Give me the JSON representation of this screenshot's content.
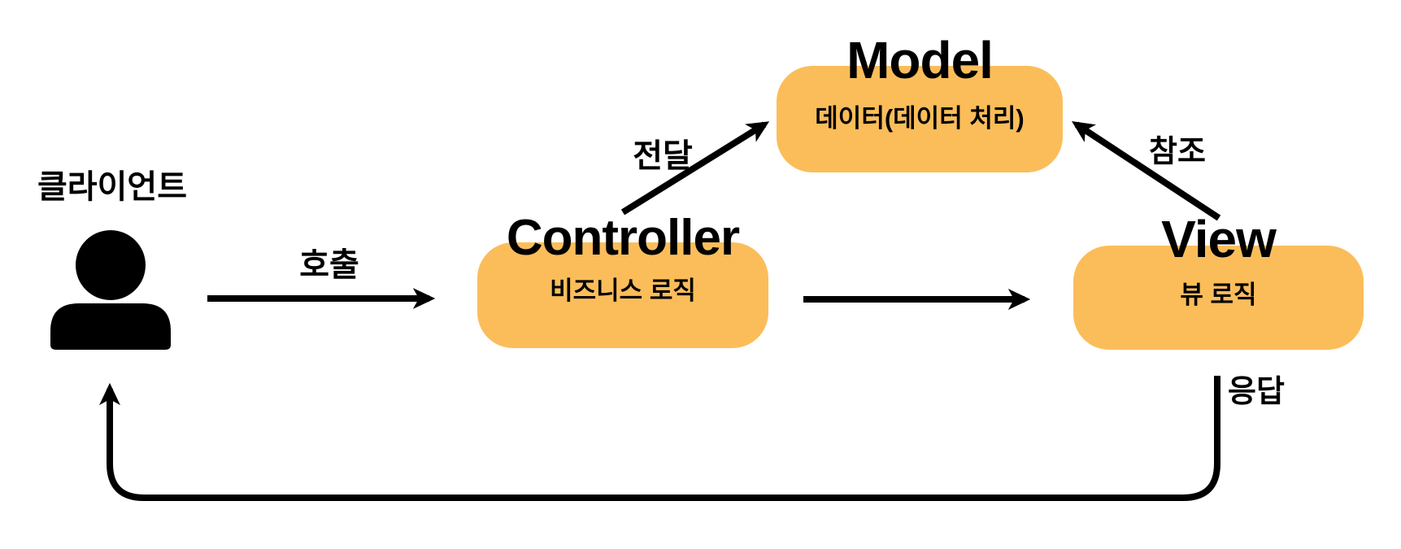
{
  "diagram": {
    "title": "MVC pattern flow diagram",
    "background_color": "#ffffff",
    "box_color": "#FBBD5A",
    "line_color": "#000000",
    "client": {
      "label": "클라이언트",
      "icon": "person-icon"
    },
    "nodes": [
      {
        "id": "controller",
        "title": "Controller",
        "subtitle": "비즈니스 로직"
      },
      {
        "id": "model",
        "title": "Model",
        "subtitle": "데이터(데이터 처리)"
      },
      {
        "id": "view",
        "title": "View",
        "subtitle": "뷰 로직"
      }
    ],
    "edges": [
      {
        "from": "client",
        "to": "controller",
        "label": "호출"
      },
      {
        "from": "controller",
        "to": "model",
        "label": "전달"
      },
      {
        "from": "view",
        "to": "model",
        "label": "참조"
      },
      {
        "from": "controller",
        "to": "view",
        "label": ""
      },
      {
        "from": "view",
        "to": "client",
        "label": "응답"
      }
    ]
  }
}
